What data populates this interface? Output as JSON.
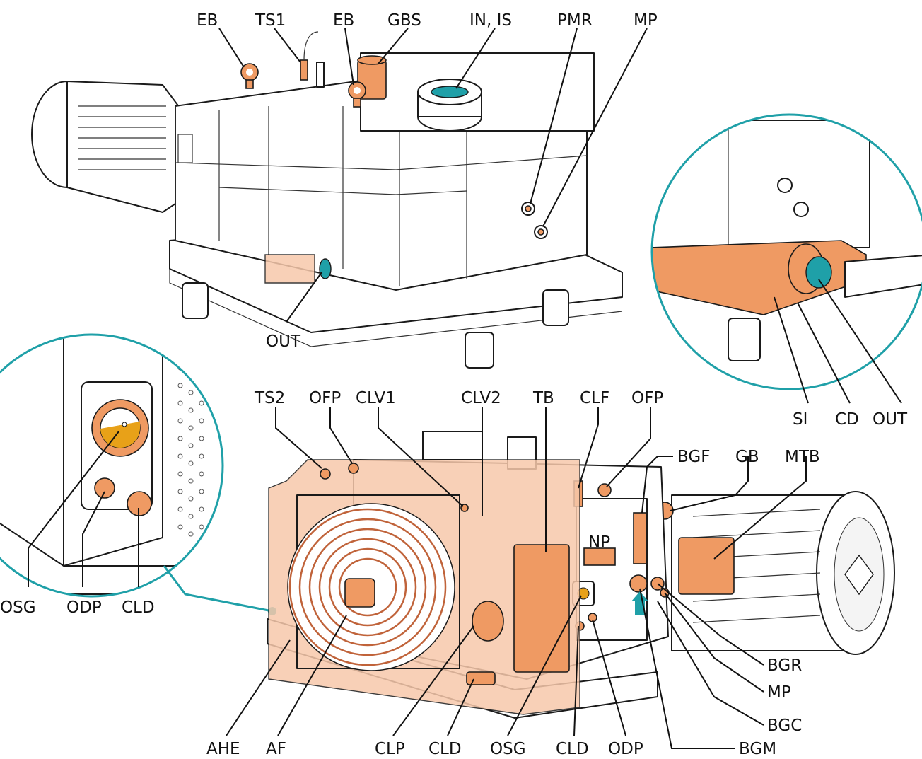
{
  "colors": {
    "highlight": "#ef9a63",
    "highlight_light": "#f7c8ab",
    "accent_teal": "#1fa0a8",
    "oil_yellow": "#e8a118",
    "line": "#111111"
  },
  "labels": {
    "top": {
      "eb1": "EB",
      "ts1": "TS1",
      "eb2": "EB",
      "gbs": "GBS",
      "in_is": "IN, IS",
      "pmr": "PMR",
      "mp": "MP",
      "out": "OUT"
    },
    "detail_right": {
      "si": "SI",
      "cd": "CD",
      "out": "OUT"
    },
    "detail_left": {
      "osg": "OSG",
      "odp": "ODP",
      "cld": "CLD"
    },
    "bottom": {
      "ts2": "TS2",
      "ofp1": "OFP",
      "clv1": "CLV1",
      "clv2": "CLV2",
      "tb": "TB",
      "clf": "CLF",
      "ofp2": "OFP",
      "bgf": "BGF",
      "gb": "GB",
      "mtb": "MTB",
      "np": "NP",
      "bgr": "BGR",
      "mp": "MP",
      "bgc": "BGC",
      "bgm": "BGM",
      "ahe": "AHE",
      "af": "AF",
      "clp": "CLP",
      "cld1": "CLD",
      "osg": "OSG",
      "cld2": "CLD",
      "odp": "ODP"
    }
  }
}
